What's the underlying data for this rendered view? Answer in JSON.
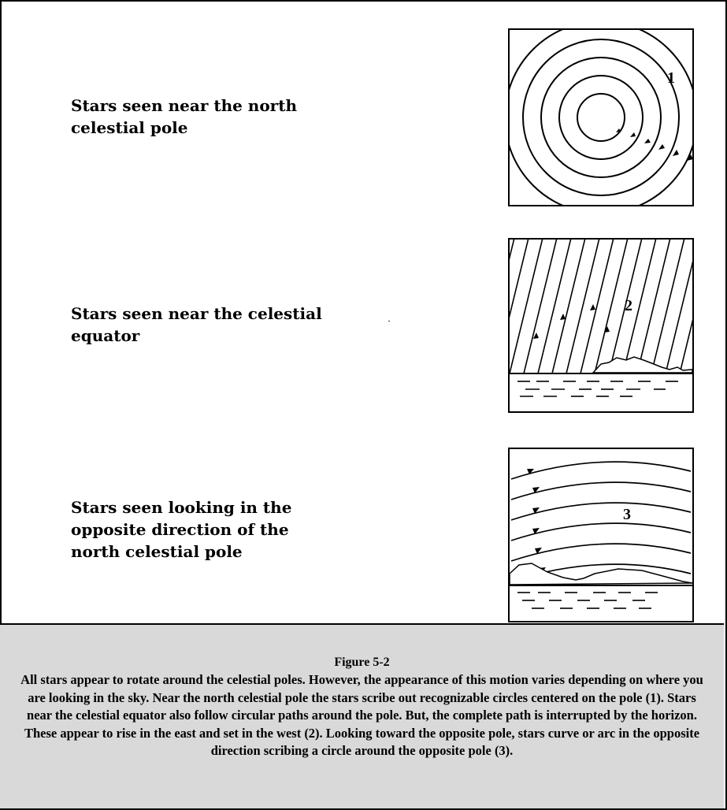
{
  "rows": [
    {
      "label": "Stars seen near the north\ncelestial pole",
      "marker": "1"
    },
    {
      "label": "Stars seen near the celestial\nequator",
      "marker": "2"
    },
    {
      "label": "Stars seen looking in the\nopposite direction of the\nnorth celestial pole",
      "marker": "3"
    }
  ],
  "caption": {
    "title": "Figure 5-2",
    "text": "All stars appear to rotate around the celestial poles.  However, the appearance of this motion varies depending on where you are looking in the sky.  Near the north celestial pole the stars scribe out recognizable circles centered on the pole (1).  Stars near the celestial equator also follow circular paths around the pole.  But, the complete path is interrupted by the horizon.  These appear to rise in the east and set in the west (2).  Looking toward the opposite pole, stars curve or arc in the opposite direction scribing a circle around the opposite pole (3)."
  },
  "colors": {
    "caption_background": "#d9d9d9",
    "ink": "#000000"
  }
}
